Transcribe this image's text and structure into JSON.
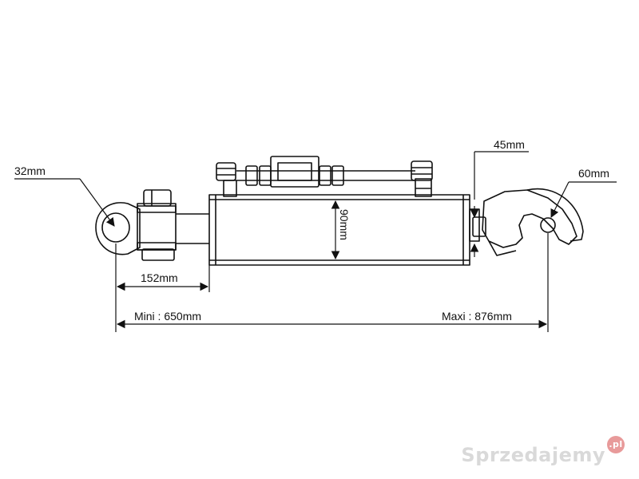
{
  "dimensions": {
    "eye_diameter": "32mm",
    "eye_to_cylinder": "152mm",
    "min_length": "Mini : 650mm",
    "max_length": "Maxi : 876mm",
    "cylinder_diameter": "90mm",
    "hook_pin": "45mm",
    "hook_opening": "60mm"
  },
  "watermark": {
    "text": "Sprzedajemy",
    "suffix": ".pl"
  },
  "colors": {
    "line": "#111111",
    "watermark": "#d9d9d9",
    "watermark_accent": "#e89a9a"
  }
}
